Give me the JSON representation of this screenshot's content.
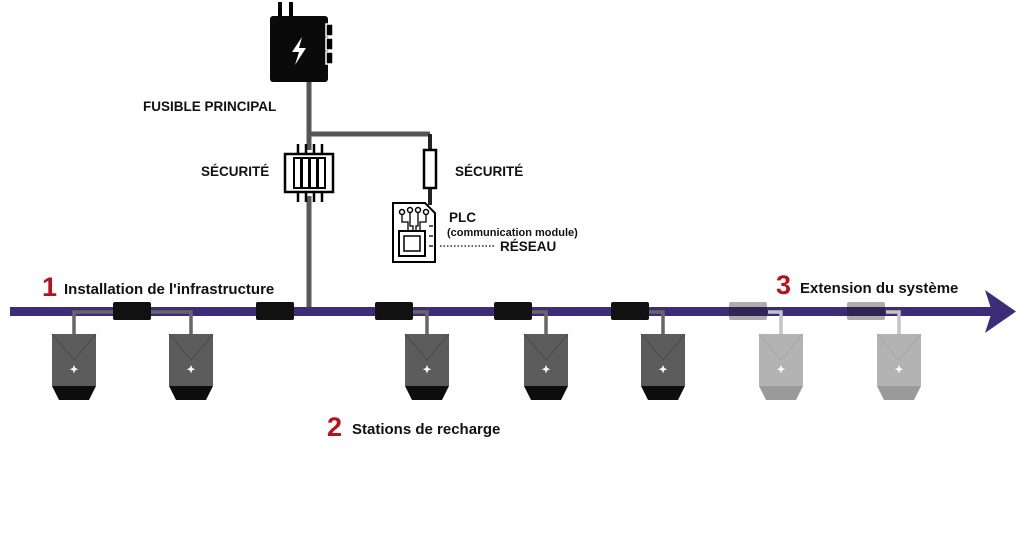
{
  "labels": {
    "main_fuse": "FUSIBLE PRINCIPAL",
    "safety_left": "SÉCURITÉ",
    "safety_right": "SÉCURITÉ",
    "plc": "PLC",
    "plc_sub": "(communication module)",
    "network": "RÉSEAU"
  },
  "steps": [
    {
      "number": "1",
      "label": "Installation de l'infrastructure"
    },
    {
      "number": "2",
      "label": "Stations de recharge"
    },
    {
      "number": "3",
      "label": "Extension du système"
    }
  ],
  "colors": {
    "bus": "#3c2d78",
    "accent_red": "#b5121b",
    "station_dark": "#5c5c5c",
    "station_light": "#b3b3b3",
    "connector": "#111111"
  },
  "icons": {
    "fuse_box": "lightning-bolt-icon",
    "plc": "circuit-board-icon"
  }
}
